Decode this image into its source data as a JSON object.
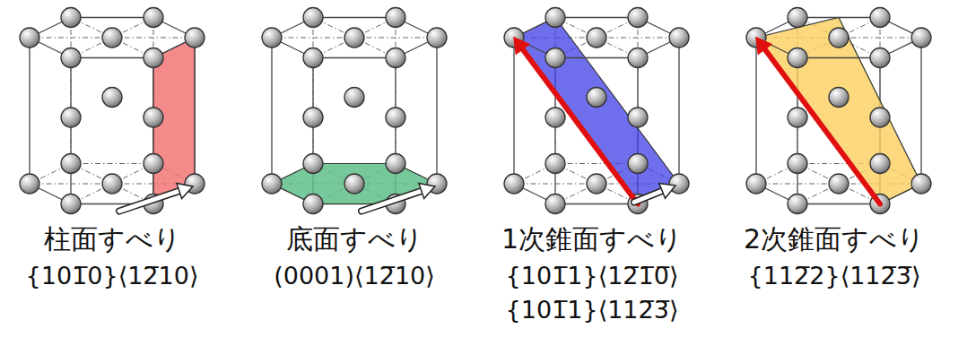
{
  "diagram": {
    "labels": [
      "柱面すべり",
      "{101̅0}⟨12̅10⟩",
      "底面すべり",
      "(0001)⟨12̅10⟩",
      "1次錐面すべり",
      "{101̅1}⟨12̅1̅0̅⟩",
      "{101̅1}⟨112̅3̅⟩",
      "2次錐面すべり",
      "{112̅2}⟨112̅3̅⟩"
    ]
  }
}
